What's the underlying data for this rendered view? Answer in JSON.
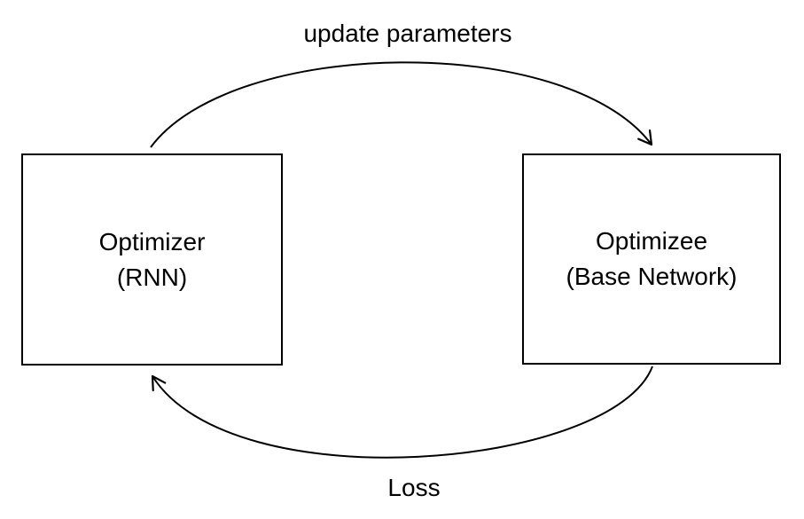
{
  "diagram": {
    "labels": {
      "top": "update parameters",
      "bottom": "Loss"
    },
    "boxes": {
      "optimizer": {
        "line1": "Optimizer",
        "line2": "(RNN)"
      },
      "optimizee": {
        "line1": "Optimizee",
        "line2": "(Base Network)"
      }
    },
    "arrows": [
      {
        "name": "update-parameters-arrow",
        "from": "optimizer",
        "to": "optimizee"
      },
      {
        "name": "loss-arrow",
        "from": "optimizee",
        "to": "optimizer"
      }
    ]
  },
  "colors": {
    "stroke": "#000000",
    "background": "#ffffff"
  }
}
